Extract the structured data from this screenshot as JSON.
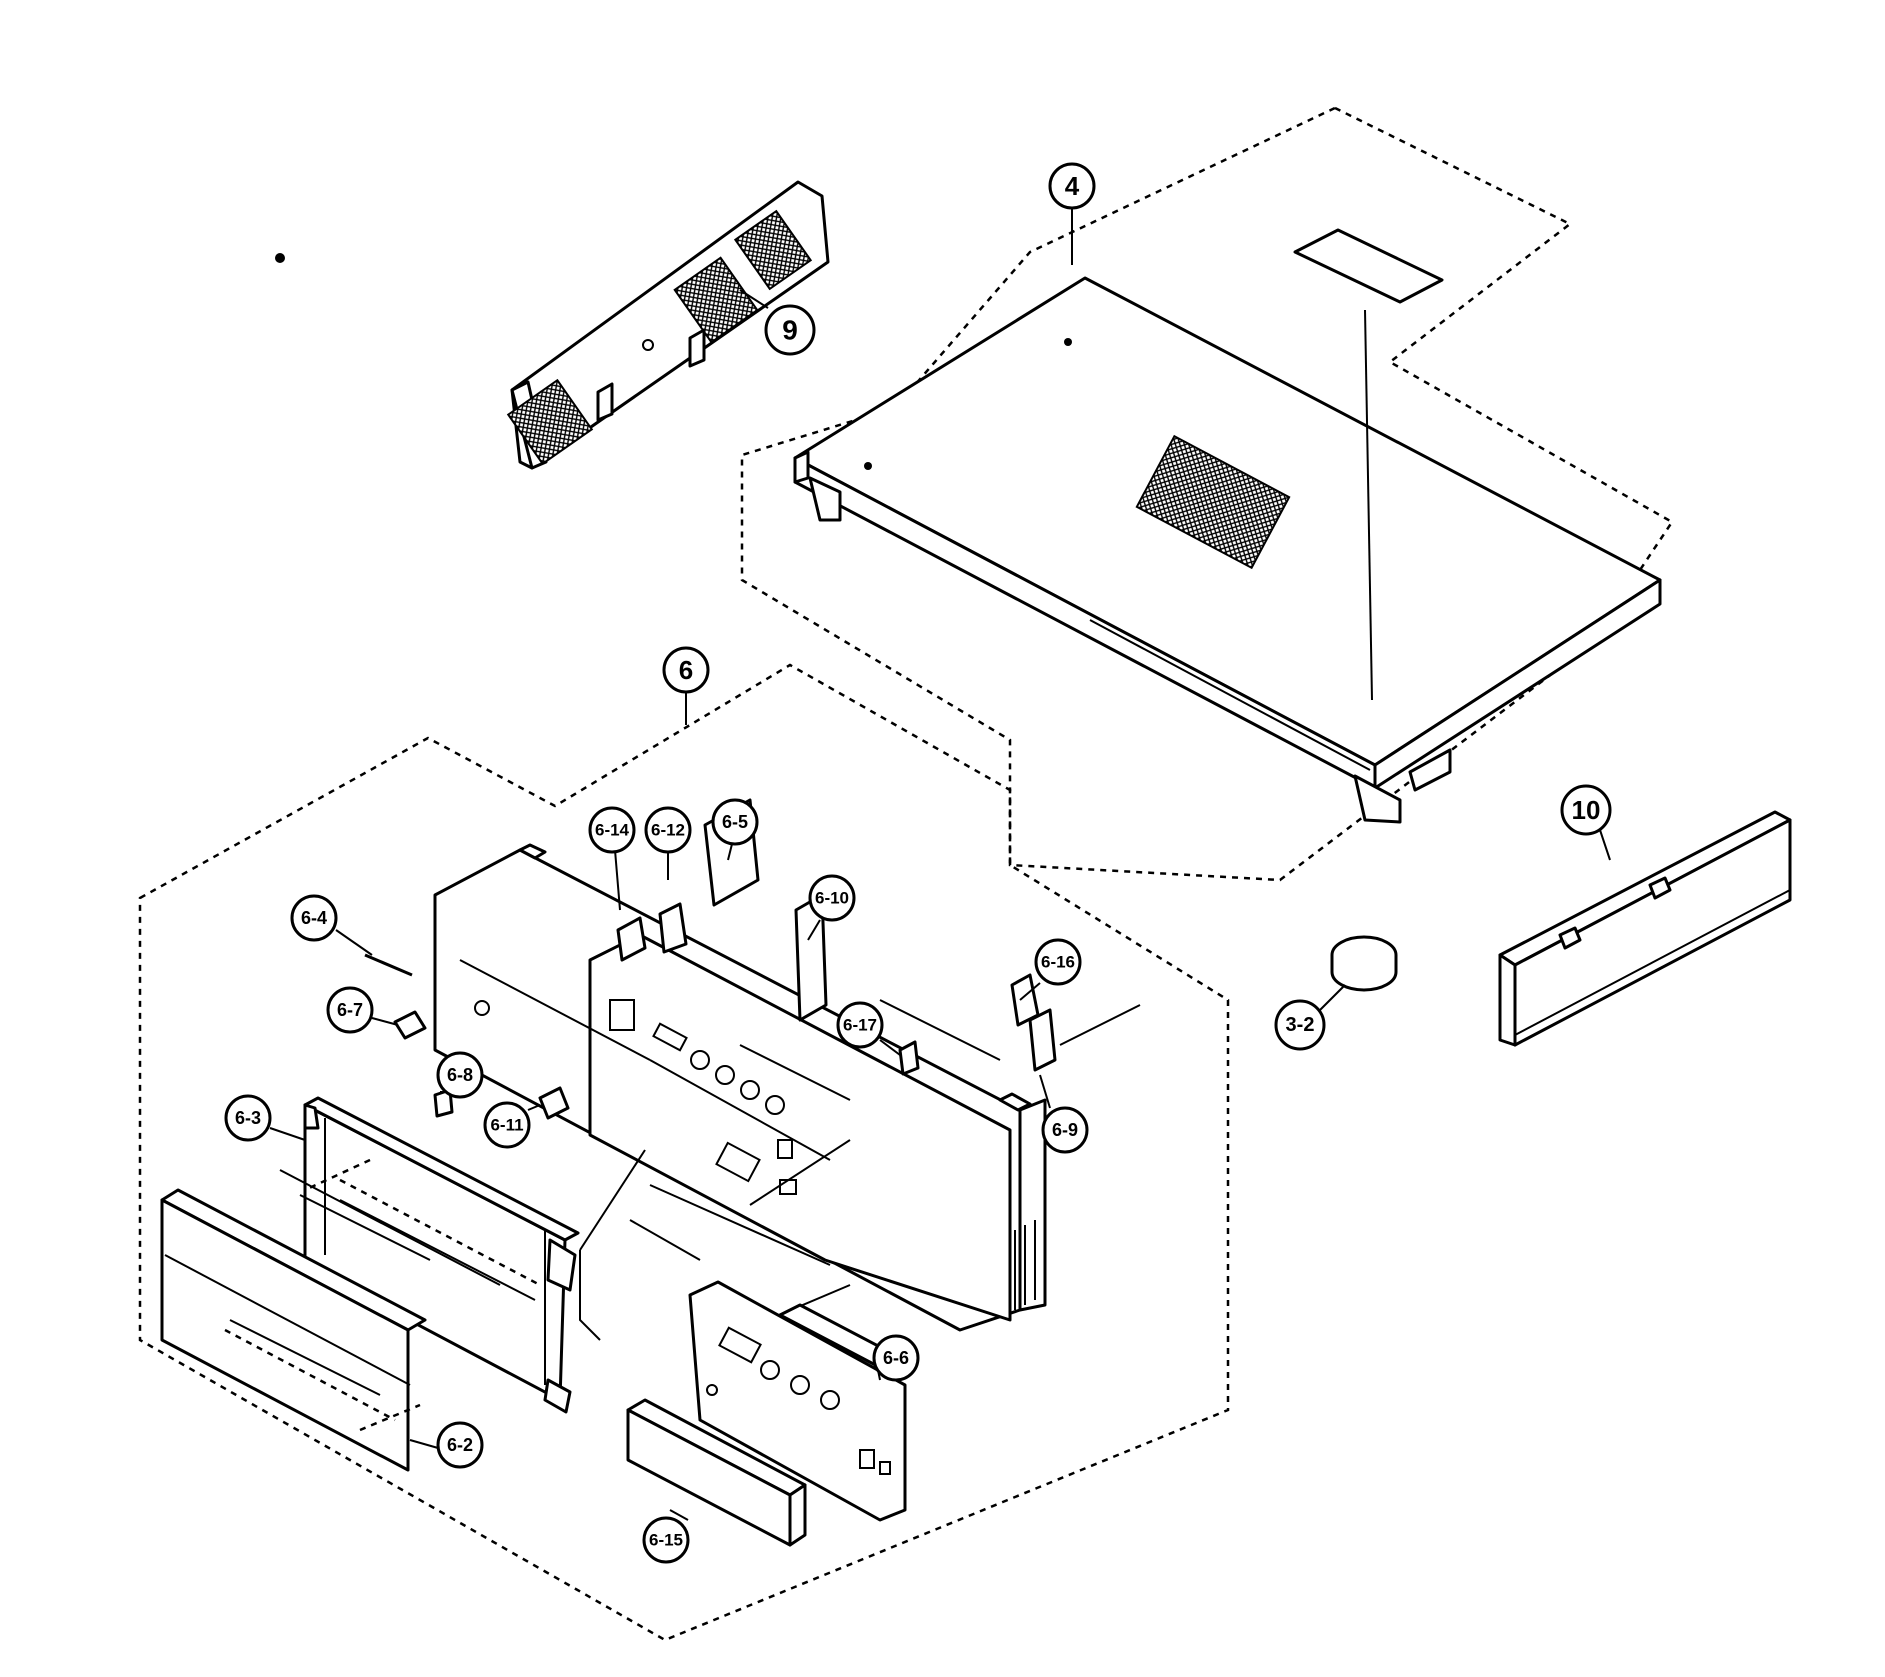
{
  "callouts": {
    "c4": "4",
    "c9": "9",
    "c6": "6",
    "c10": "10",
    "c3_2": "3-2",
    "c6_14": "6-14",
    "c6_12": "6-12",
    "c6_5": "6-5",
    "c6_10": "6-10",
    "c6_4": "6-4",
    "c6_7": "6-7",
    "c6_16": "6-16",
    "c6_17": "6-17",
    "c6_8": "6-8",
    "c6_3": "6-3",
    "c6_11": "6-11",
    "c6_9": "6-9",
    "c6_6": "6-6",
    "c6_2": "6-2",
    "c6_15": "6-15"
  },
  "colors": {
    "ink": "#000000",
    "paper": "#ffffff"
  }
}
